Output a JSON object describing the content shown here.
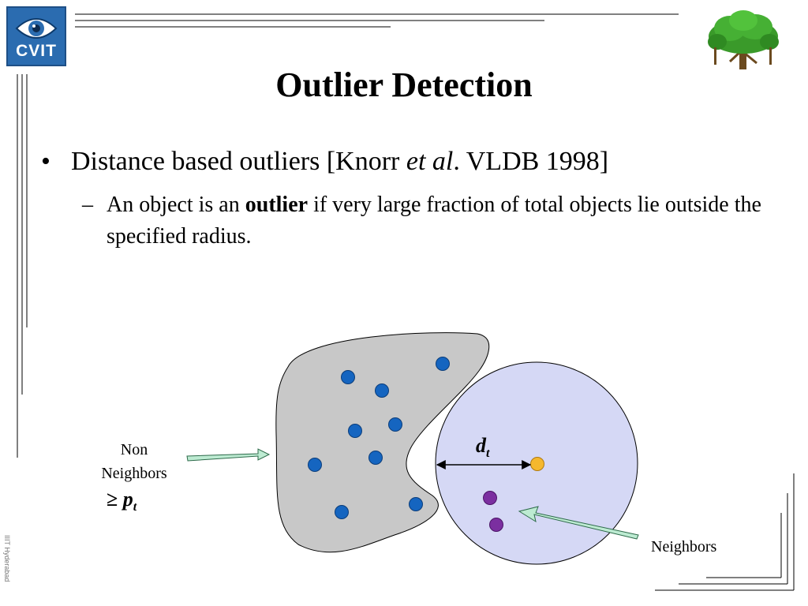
{
  "header": {
    "logo_text": "CVIT",
    "side_label": "IIIT Hyderabad"
  },
  "slide": {
    "title": "Outlier Detection",
    "bullet1": {
      "marker": "•",
      "pre": "Distance based outliers [Knorr ",
      "italic": "et al",
      "post": ". VLDB 1998]"
    },
    "bullet2": {
      "marker": "–",
      "pre": "An object is an ",
      "bold": "outlier",
      "post": " if very large fraction of total objects lie outside the specified radius."
    }
  },
  "diagram": {
    "label_non_neighbors": [
      "Non",
      "Neighbors"
    ],
    "label_pt_symbol": "≥",
    "label_pt_var": "p",
    "label_pt_sub": "t",
    "label_neighbors": "Neighbors",
    "label_dt_var": "d",
    "label_dt_sub": "t",
    "colors": {
      "blob_fill": "#c8c8c8",
      "circle_fill": "#d5d8f5",
      "non_neighbor_point": "#1565c0",
      "neighbor_point": "#7b2fa0",
      "query_point": "#f5b82e",
      "arrow_fill": "#bdebd2"
    }
  }
}
